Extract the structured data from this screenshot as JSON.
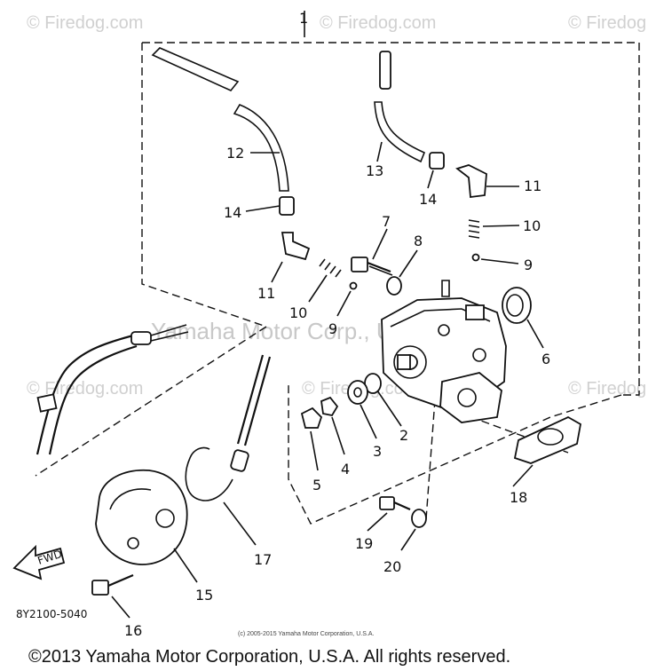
{
  "watermarks": {
    "top_left": "© Firedog.com",
    "top_mid": "© Firedog.com",
    "top_right": "© Firedog",
    "mid_left": "© Firedog.com",
    "mid_center": "© Firedog.com",
    "mid_right": "© Firedog",
    "yamaha_center": "Yamaha Motor Corp., U.S.A."
  },
  "assembly_label": "1",
  "parts": {
    "p2": "2",
    "p3": "3",
    "p4": "4",
    "p5": "5",
    "p6": "6",
    "p7": "7",
    "p8": "8",
    "p9_left": "9",
    "p9_right": "9",
    "p10_left": "10",
    "p10_right": "10",
    "p11_left": "11",
    "p11_right": "11",
    "p12": "12",
    "p13": "13",
    "p14_left": "14",
    "p14_right": "14",
    "p15": "15",
    "p16": "16",
    "p17": "17",
    "p18": "18",
    "p19": "19",
    "p20": "20"
  },
  "fwd_label": "FWD",
  "diagram_code": "8Y2100-5040",
  "small_copyright": "(c) 2005-2015 Yamaha Motor Corporation, U.S.A.",
  "footer": "©2013 Yamaha Motor Corporation, U.S.A. All rights reserved."
}
